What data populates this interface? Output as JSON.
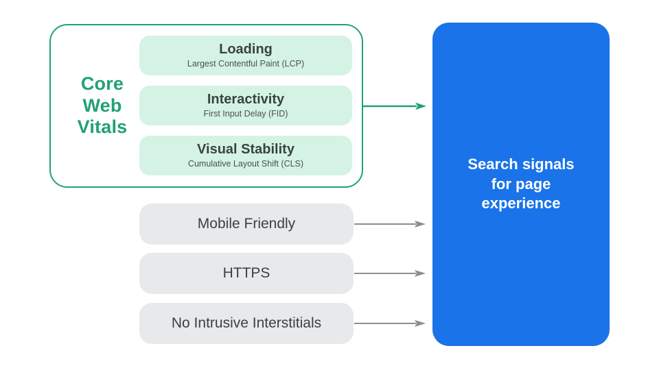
{
  "colors": {
    "green_accent": "#21A175",
    "mint_fill": "#D5F3E4",
    "blue_fill": "#1A73E8",
    "gray_fill": "#E8E9EA",
    "dark_text": "#3C4043",
    "arrow_gray": "#898E93",
    "white_text": "#FFFFFF"
  },
  "core_web_vitals": {
    "label": "Core\nWeb\nVitals",
    "pills": [
      {
        "title": "Loading",
        "subtitle": "Largest Contentful Paint (LCP)"
      },
      {
        "title": "Interactivity",
        "subtitle": "First Input Delay (FID)"
      },
      {
        "title": "Visual Stability",
        "subtitle": "Cumulative Layout Shift (CLS)"
      }
    ]
  },
  "other_signals": {
    "pills": [
      {
        "label": "Mobile Friendly"
      },
      {
        "label": "HTTPS"
      },
      {
        "label": "No Intrusive Interstitials"
      }
    ]
  },
  "result_box": {
    "label": "Search signals\nfor page\nexperience"
  }
}
